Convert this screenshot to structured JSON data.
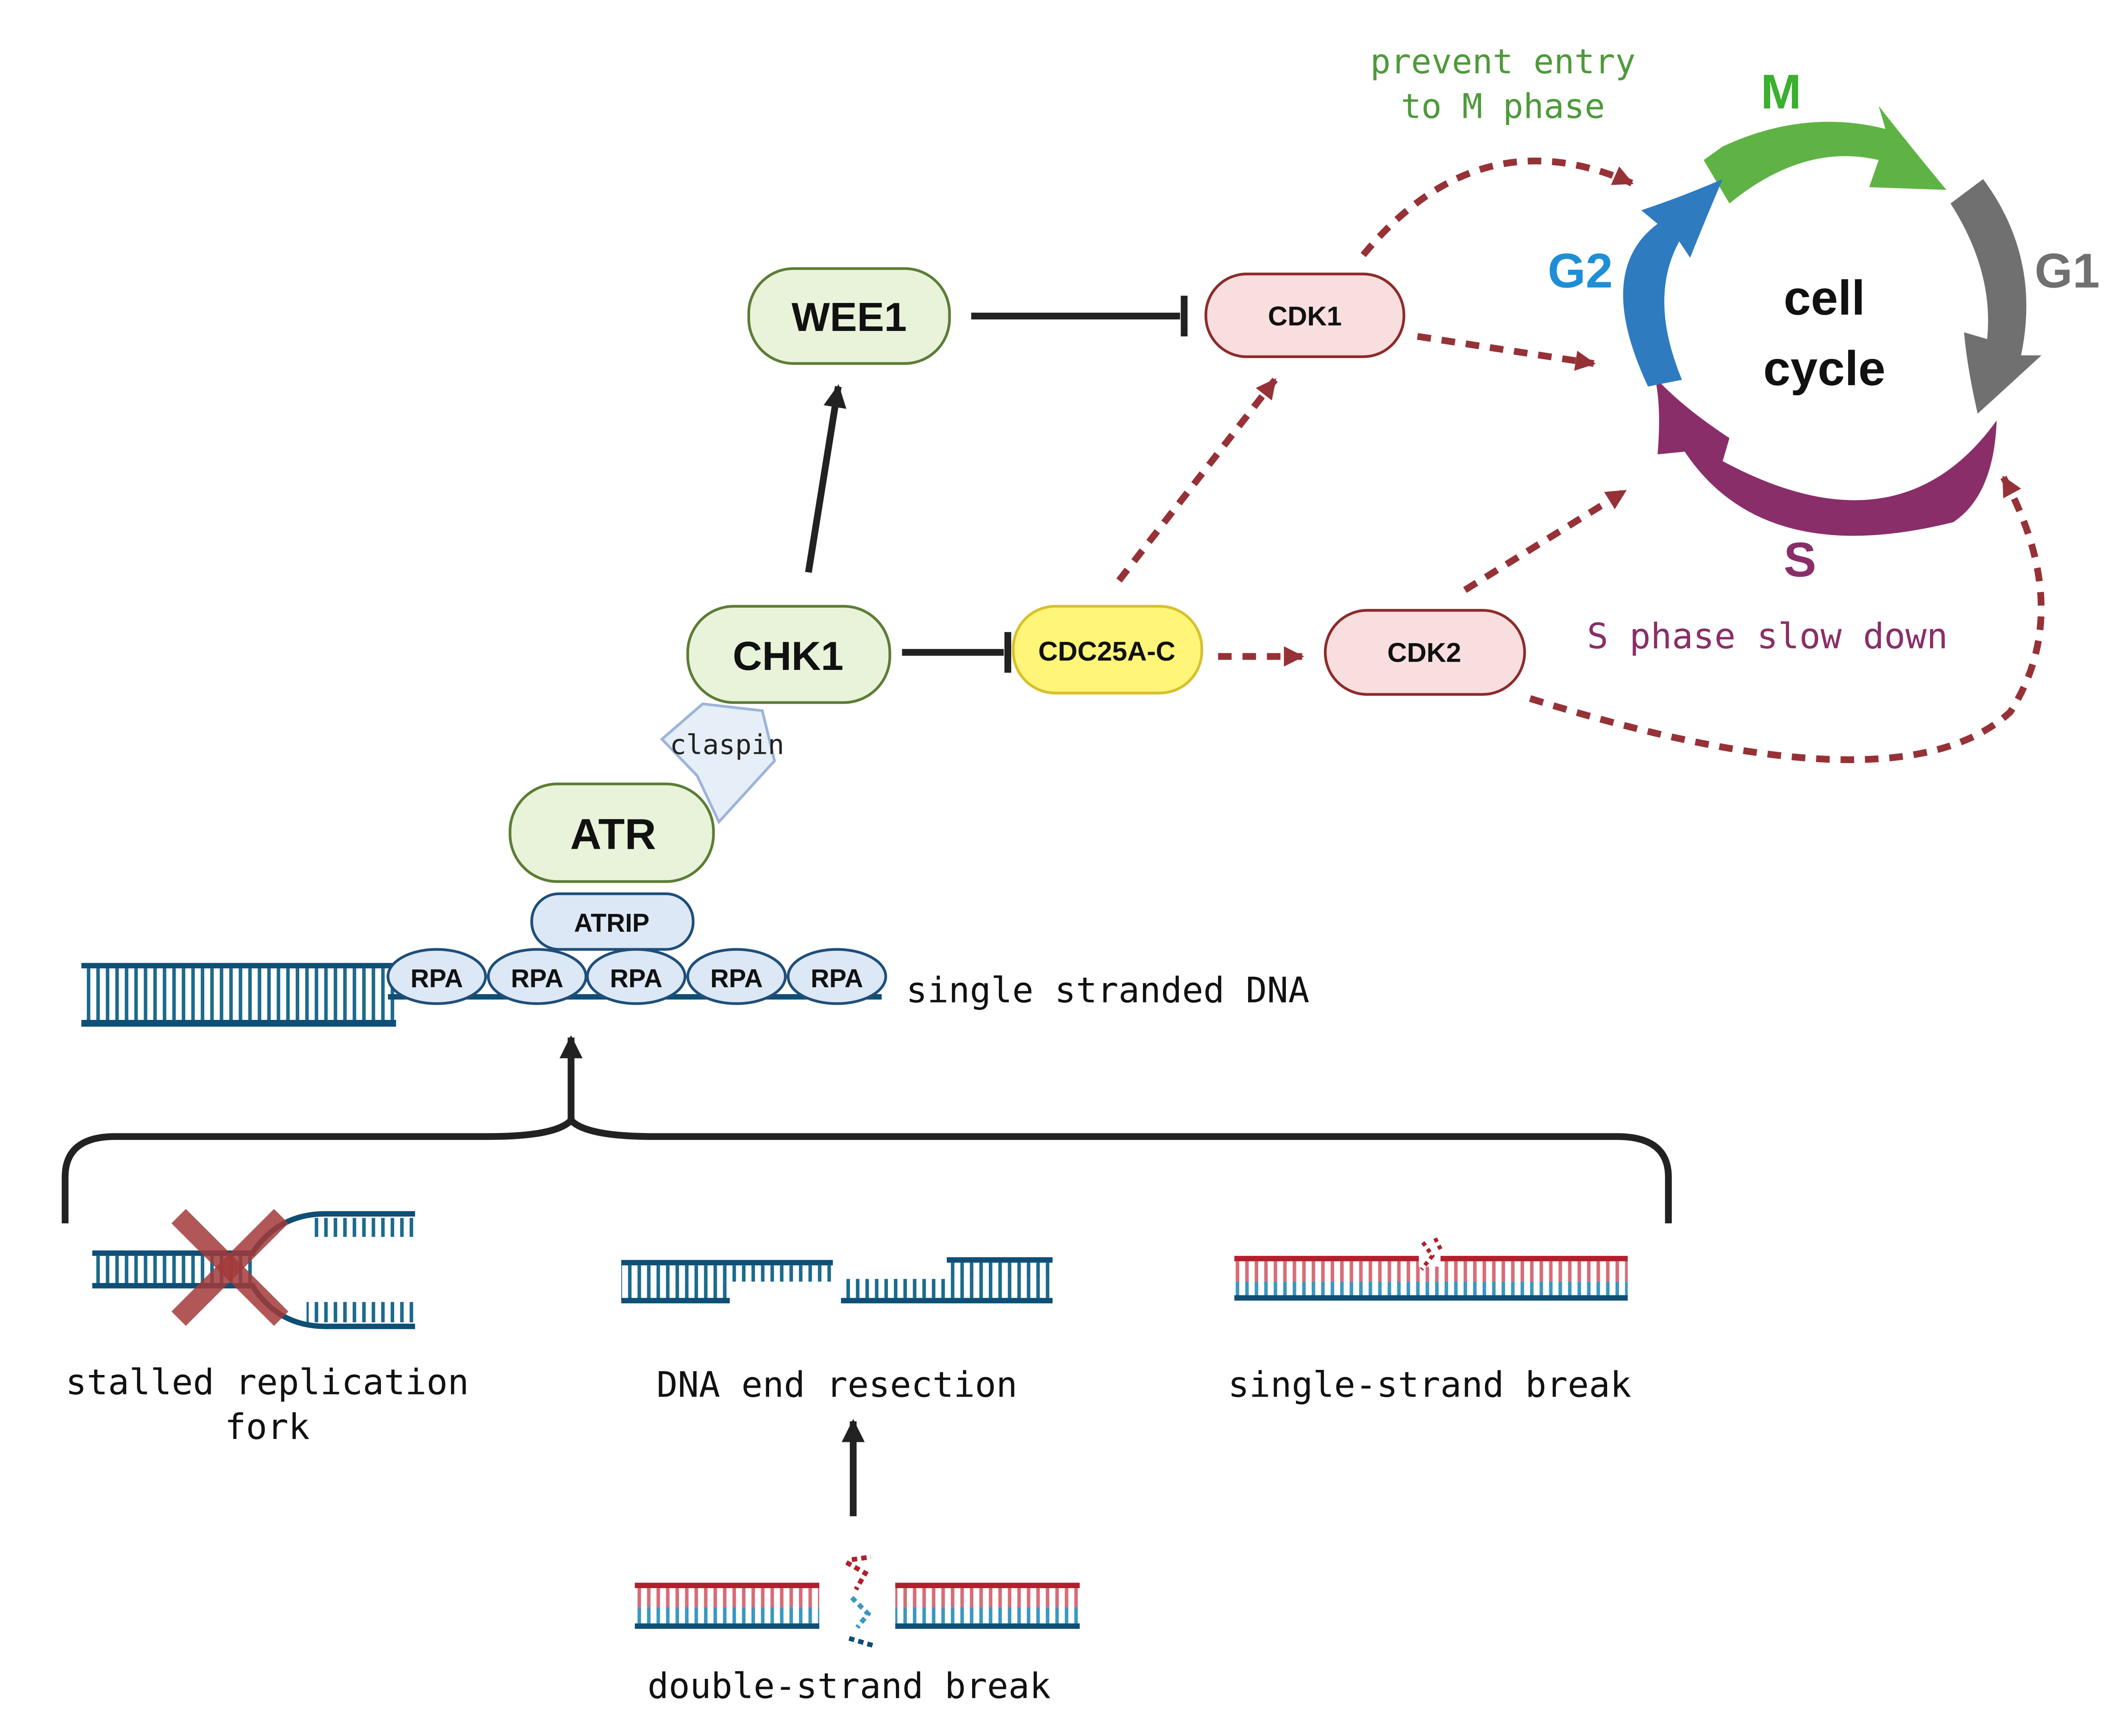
{
  "nodes": {
    "wee1": "WEE1",
    "chk1": "CHK1",
    "atr": "ATR",
    "atrip": "ATRIP",
    "cdk1": "CDK1",
    "cdk2": "CDK2",
    "cdc25": "CDC25A-C",
    "claspin": "claspin",
    "rpa": [
      "RPA",
      "RPA",
      "RPA",
      "RPA",
      "RPA"
    ]
  },
  "cycle": {
    "center_line1": "cell",
    "center_line2": "cycle",
    "phases": {
      "m": "M",
      "g1": "G1",
      "g2": "G2",
      "s": "S"
    }
  },
  "annotations": {
    "prevent_line1": "prevent entry",
    "prevent_line2": "to M phase",
    "s_slow": "S phase slow down",
    "ssdna": "single stranded DNA"
  },
  "sources": {
    "stalled_line1": "stalled replication",
    "stalled_line2": "fork",
    "resection": "DNA end resection",
    "ssb": "single-strand break",
    "dsb": "double-strand break"
  },
  "colors": {
    "dna_blue": "#1B6A8E",
    "dna_dark": "#0F4E75",
    "dna_red": "#B21F2D",
    "green_node_fill": "#E8F3DA",
    "green_node_stroke": "#5C7D35",
    "pink_node_fill": "#F8DEDE",
    "pink_node_stroke": "#8E2B2B",
    "yellow_node_fill": "#FFF579",
    "yellow_node_stroke": "#D8C02A",
    "blue_node_fill": "#DCE8F6",
    "blue_node_stroke": "#1F4E79",
    "dashed_arrow": "#963237",
    "phase_m": "#5FB345",
    "phase_g1": "#707070",
    "phase_g2": "#2E7BC0",
    "phase_s": "#8A2E69",
    "text_m": "#3BAF2E",
    "text_g2": "#1E8FD6",
    "text_s": "#8A2E69",
    "text_prevent": "#4E9A3A",
    "cross": "#A33A3A"
  }
}
